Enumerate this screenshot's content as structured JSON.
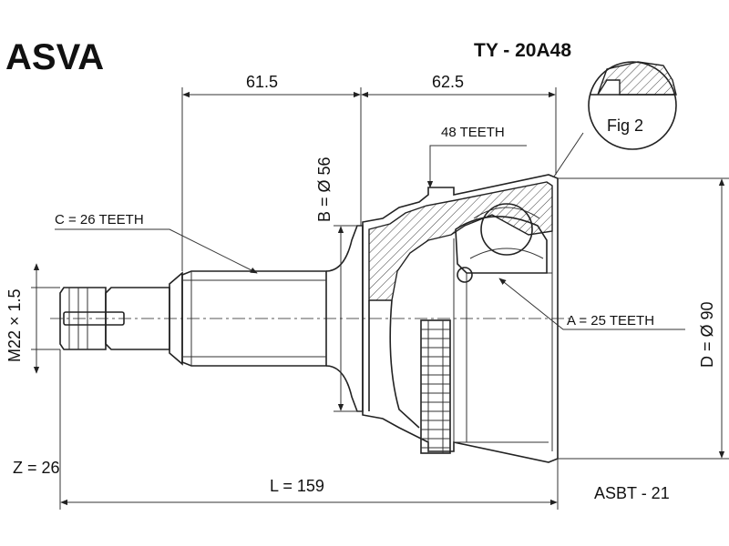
{
  "brand": "ASVA",
  "part_number": "TY - 20A48",
  "dimensions": {
    "len_left": "61.5",
    "len_right": "62.5",
    "total_length": "L = 159",
    "diameter_b": "B = Ø 56",
    "diameter_d": "D = Ø 90",
    "thread": "M22 × 1.5"
  },
  "labels": {
    "abs_teeth": "48 TEETH",
    "spline_c": "C = 26 TEETH",
    "spline_a": "A = 25 TEETH",
    "z_count": "Z = 26",
    "fig": "Fig 2",
    "ref_code": "ASBT - 21"
  }
}
